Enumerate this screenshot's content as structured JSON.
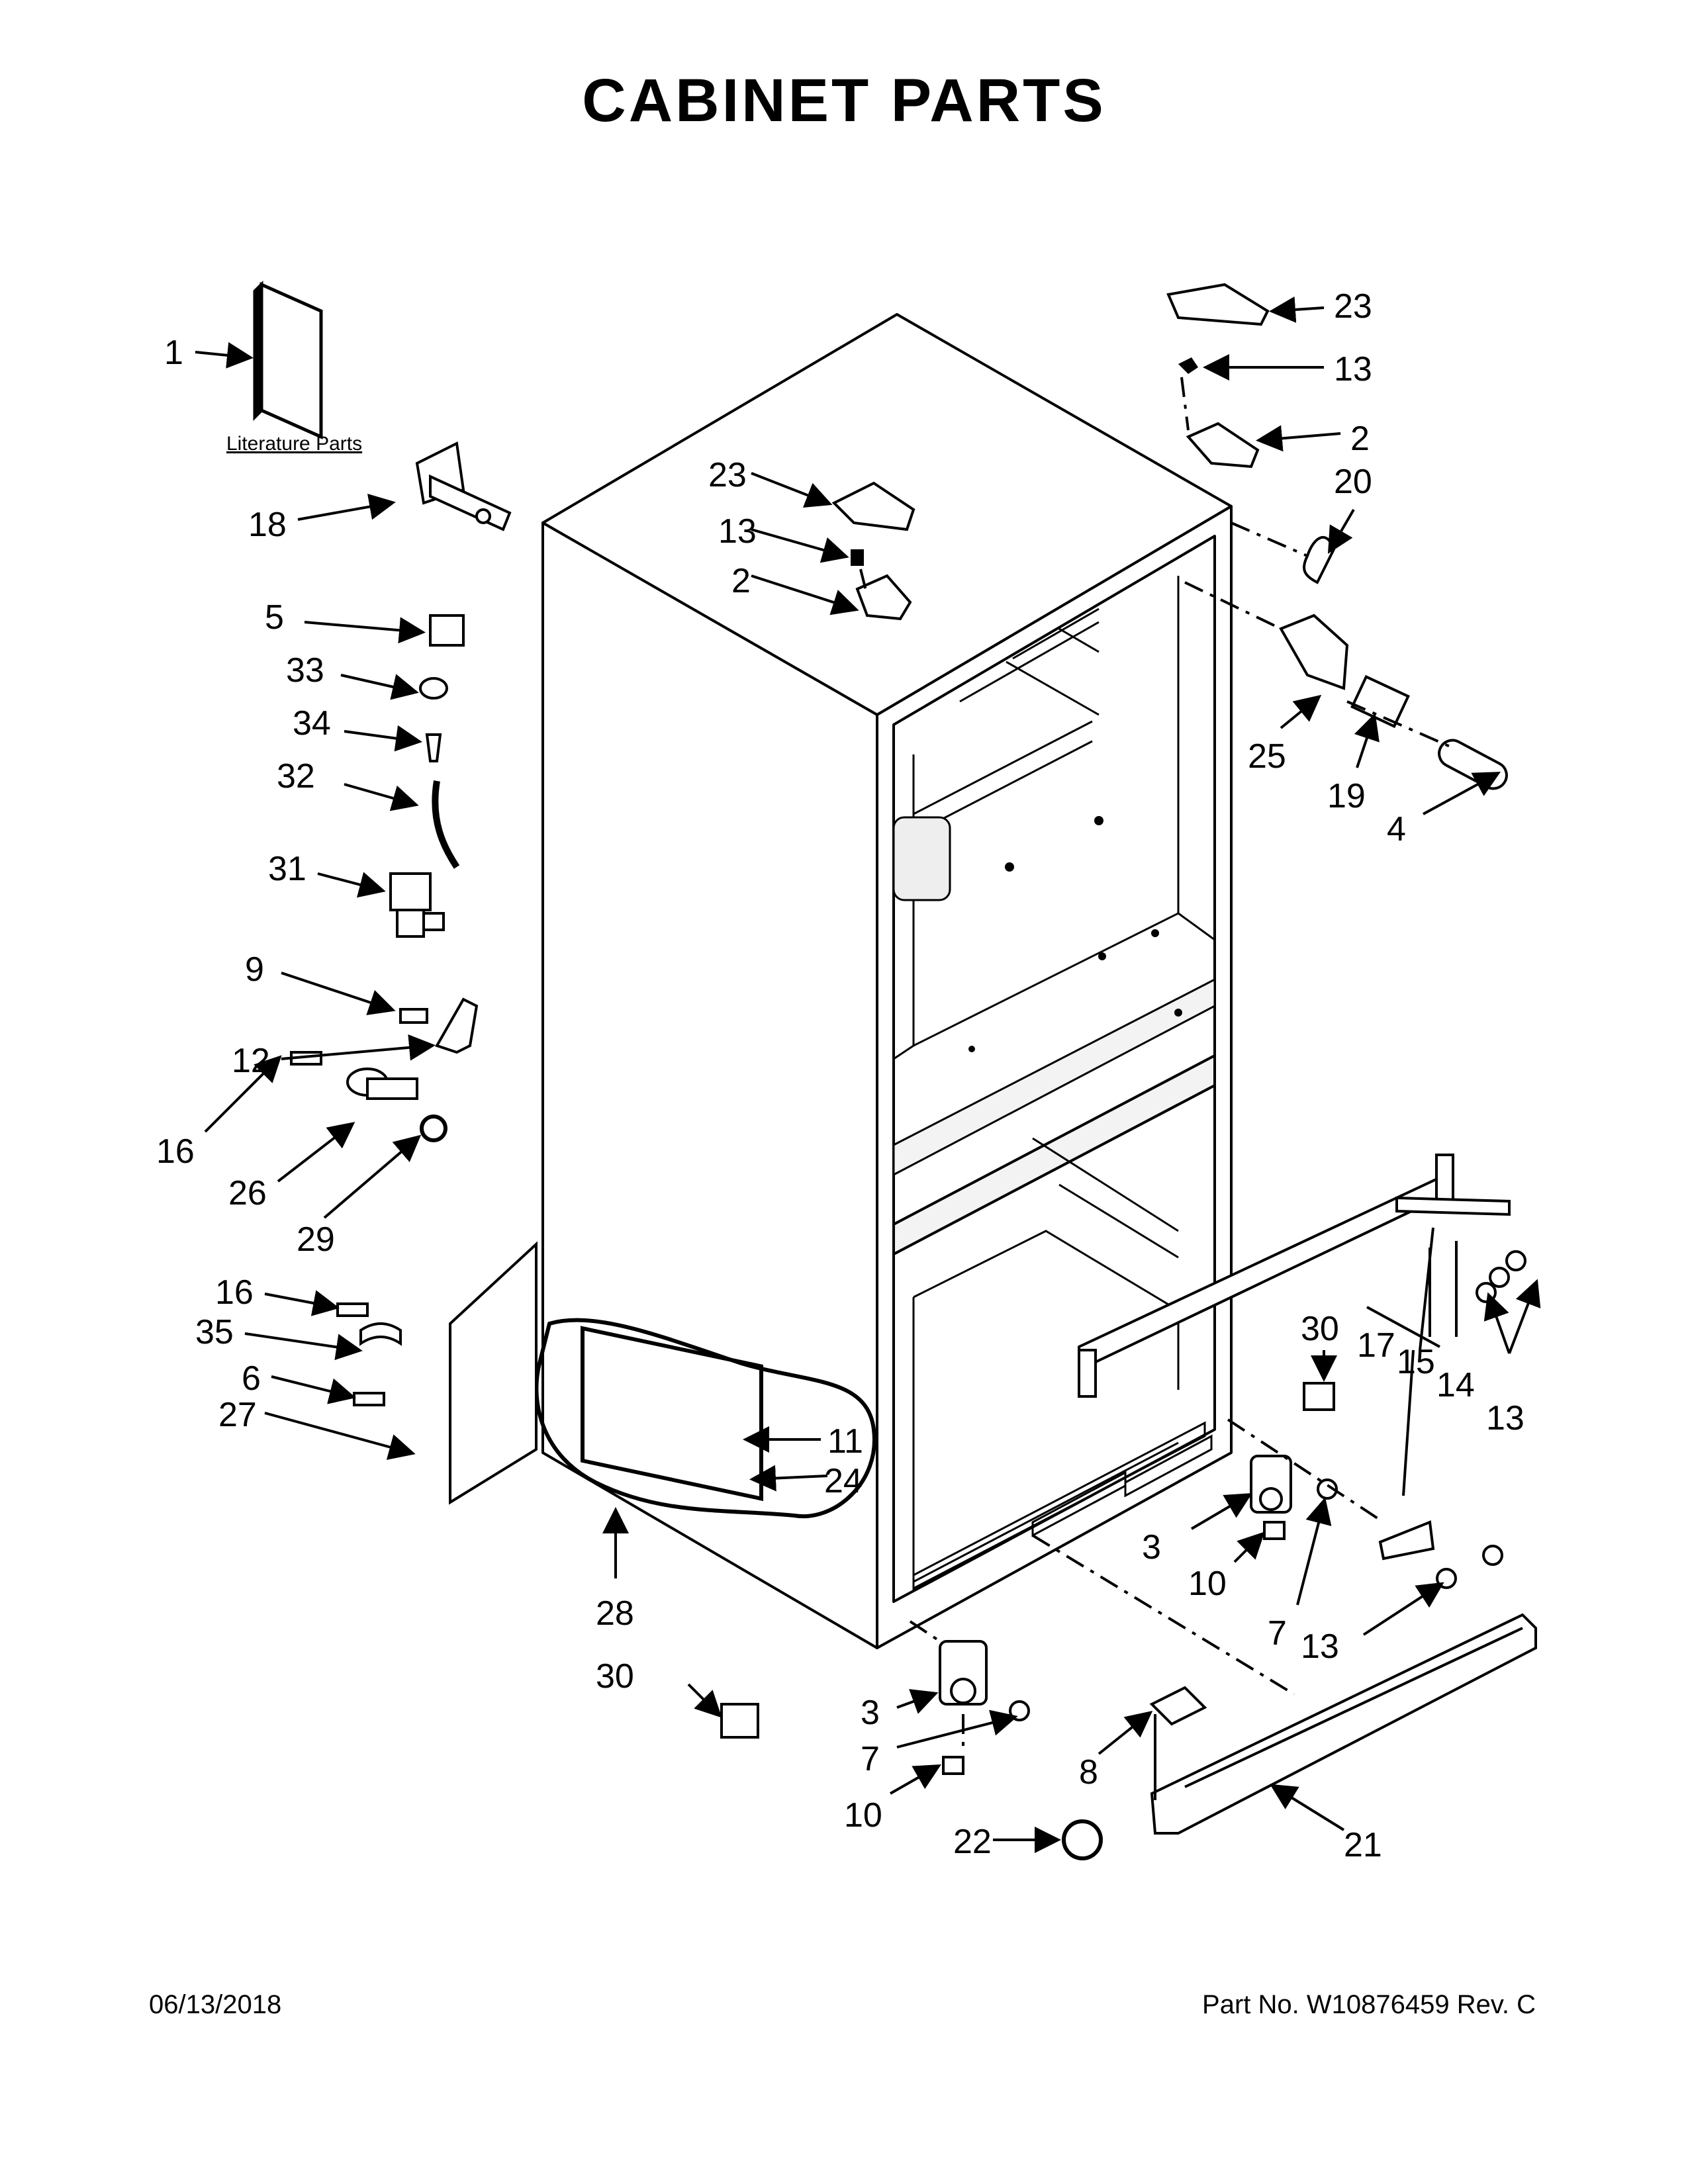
{
  "title": "CABINET PARTS",
  "literature_label": "Literature Parts",
  "callouts": {
    "c1": "1",
    "c18": "18",
    "c5": "5",
    "c33": "33",
    "c34": "34",
    "c32": "32",
    "c31": "31",
    "c9": "9",
    "c12": "12",
    "c16a": "16",
    "c26": "26",
    "c29": "29",
    "c16b": "16",
    "c35": "35",
    "c6": "6",
    "c27": "27",
    "c23a": "23",
    "c13a": "13",
    "c2a": "2",
    "c23b": "23",
    "c13b": "13",
    "c2b": "2",
    "c20": "20",
    "c25": "25",
    "c19": "19",
    "c4": "4",
    "c11": "11",
    "c24": "24",
    "c28": "28",
    "c30a": "30",
    "c17": "17",
    "c15": "15",
    "c14": "14",
    "c13c": "13",
    "c3a": "3",
    "c10a": "10",
    "c7a": "7",
    "c13d": "13",
    "c30b": "30",
    "c3b": "3",
    "c7b": "7",
    "c10b": "10",
    "c22": "22",
    "c8": "8",
    "c21": "21"
  },
  "footer": {
    "date": "06/13/2018",
    "part_no": "Part No.  W10876459  Rev.  C"
  }
}
